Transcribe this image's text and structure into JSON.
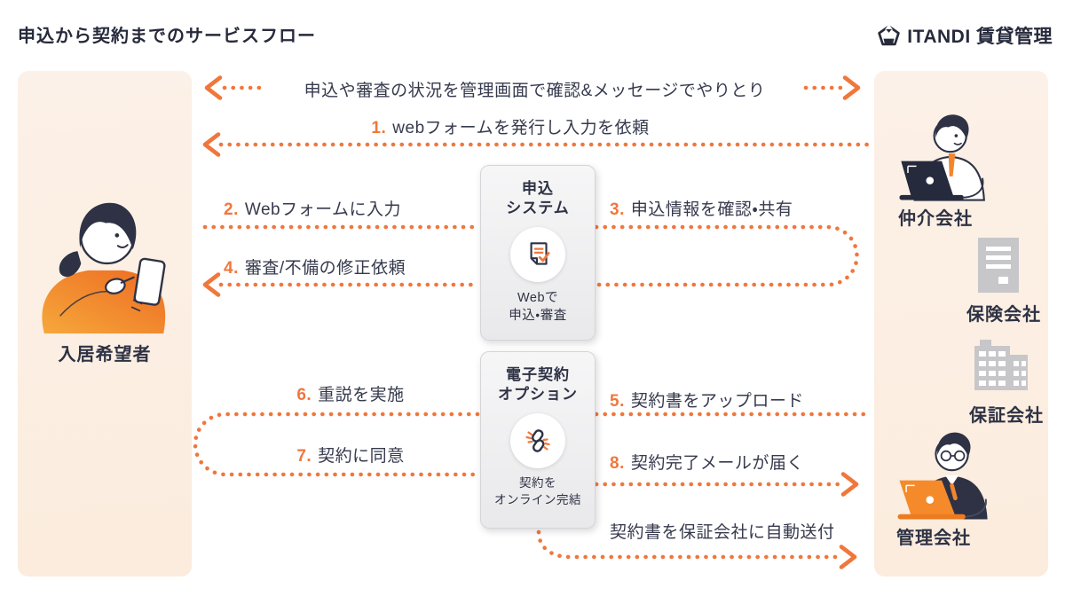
{
  "theme": {
    "accent": "#F0773C",
    "ink": "#363A4D",
    "brand-ink": "#262A3B",
    "panel-bg-top": "#FCF1E8",
    "panel-bg-bottom": "#FBECDD",
    "box-bg-top": "#F6F6F7",
    "box-bg-bottom": "#E9E9EB",
    "gray-icon": "#C7C7CA"
  },
  "header": {
    "title": "申込から契約までのサービスフロー",
    "brand": "ITANDI 賃貸管理"
  },
  "tenant": {
    "label": "入居希望者"
  },
  "partners": {
    "broker": "仲介会社",
    "insurance": "保険会社",
    "guarantor": "保証会社",
    "manager": "管理会社"
  },
  "systems": {
    "application": {
      "title": "申込\nシステム",
      "caption": "Webで\n申込・審査",
      "icon": "document-check-icon"
    },
    "econtract": {
      "title": "電子契約\nオプション",
      "caption": "契約を\nオンライン完結",
      "icon": "link-icon"
    }
  },
  "flows": {
    "status_sync": "申込や審査の状況を管理画面で確認&メッセージでやりとり",
    "steps": [
      {
        "num": "1.",
        "label": "webフォームを発行し入力を依頼"
      },
      {
        "num": "2.",
        "label": "Webフォームに入力"
      },
      {
        "num": "3.",
        "label": "申込情報を確認・共有"
      },
      {
        "num": "4.",
        "label": "審査/不備の修正依頼"
      },
      {
        "num": "5.",
        "label": "契約書をアップロード"
      },
      {
        "num": "6.",
        "label": "重説を実施"
      },
      {
        "num": "7.",
        "label": "契約に同意"
      },
      {
        "num": "8.",
        "label": "契約完了メールが届く"
      }
    ],
    "auto_send": "契約書を保証会社に自動送付"
  }
}
